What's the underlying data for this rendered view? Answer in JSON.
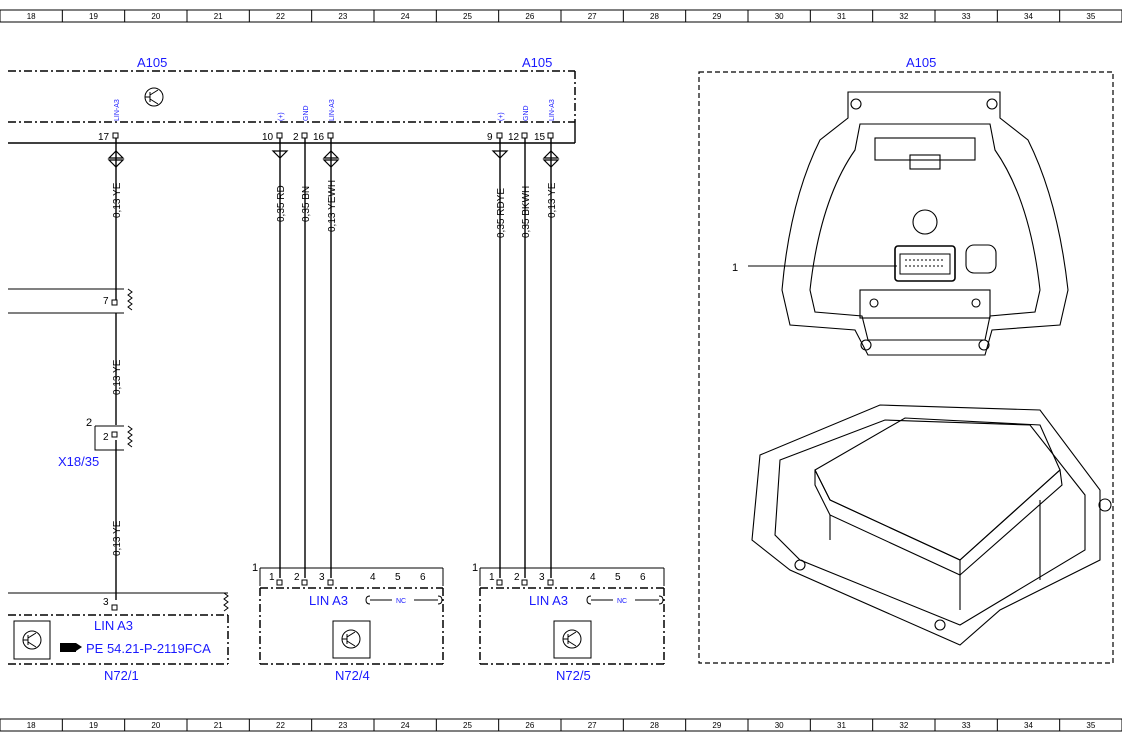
{
  "ruler": {
    "columns": [
      "18",
      "19",
      "20",
      "21",
      "22",
      "23",
      "24",
      "25",
      "26",
      "27",
      "28",
      "29",
      "30",
      "31",
      "32",
      "33",
      "34",
      "35"
    ]
  },
  "components": {
    "a105_left": "A105",
    "a105_right": "A105",
    "a105_illustration": "A105",
    "x18_35": "X18/35",
    "n72_1": "N72/1",
    "n72_4": "N72/4",
    "n72_5": "N72/5"
  },
  "a105_pins": [
    {
      "pin": "17",
      "label": "LIN-A3"
    },
    {
      "pin": "10",
      "label": "(+)"
    },
    {
      "pin": "2",
      "label": "GND"
    },
    {
      "pin": "16",
      "label": "LIN-A3"
    },
    {
      "pin": "9",
      "label": "(+)"
    },
    {
      "pin": "12",
      "label": "GND"
    },
    {
      "pin": "15",
      "label": "LIN-A3"
    }
  ],
  "wires": {
    "w17_top": "0,13 YE",
    "w10": "0,35 RD",
    "w2": "0,35 BN",
    "w16": "0,13 YEWH",
    "w9": "0,35 RDYE",
    "w12": "0,35 BKWH",
    "w15": "0,13 YE",
    "w17_mid": "0,13 YE",
    "w17_low": "0,13 YE"
  },
  "splices": {
    "pin7": "7",
    "x18_pin": "2",
    "x18_index": "2",
    "n72_1_pin": "3"
  },
  "n72_1": {
    "lin": "LIN A3",
    "ref": "PE 54.21-P-2119FCA"
  },
  "n72_4": {
    "index": "1",
    "pins": [
      "1",
      "2",
      "3",
      "4",
      "5",
      "6"
    ],
    "lin": "LIN A3",
    "nc": "NC"
  },
  "n72_5": {
    "index": "1",
    "pins": [
      "1",
      "2",
      "3",
      "4",
      "5",
      "6"
    ],
    "lin": "LIN A3",
    "nc": "NC"
  },
  "illustration": {
    "callout": "1"
  }
}
